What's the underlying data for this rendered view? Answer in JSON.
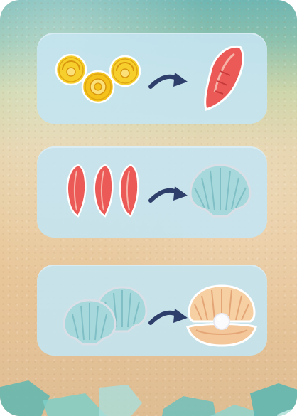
{
  "card": {
    "background": "beach-sand",
    "accent_colors": {
      "panel": "#c4e4f0",
      "arrow": "#2f3f6b",
      "red_shell": "#e84d4d",
      "yellow_shell": "#f5c21b",
      "blue_shell": "#9fd4d8",
      "pearl_shell": "#f3c79a"
    }
  },
  "recipes": [
    {
      "inputs": {
        "icon": "yellow-sea-snail-icon",
        "count": 3
      },
      "arrow": "arrow-icon",
      "output": {
        "icon": "red-conch-shell-icon",
        "count": 1
      }
    },
    {
      "inputs": {
        "icon": "red-conch-shell-icon",
        "count": 3
      },
      "arrow": "arrow-icon",
      "output": {
        "icon": "blue-scallop-shell-icon",
        "count": 1
      }
    },
    {
      "inputs": {
        "icon": "blue-scallop-shell-icon",
        "count": 2
      },
      "arrow": "arrow-icon",
      "output": {
        "icon": "pearl-oyster-icon",
        "count": 1
      }
    }
  ]
}
